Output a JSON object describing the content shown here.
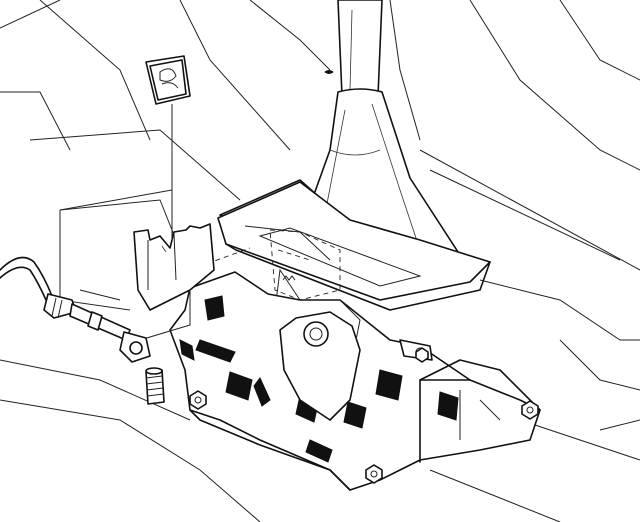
{
  "diagram": {
    "parts": [
      {
        "id": "shift-lever",
        "icon": "shift-lever-icon"
      },
      {
        "id": "shift-boot",
        "icon": "boot-icon"
      },
      {
        "id": "indicator-panel",
        "icon": "panel-icon"
      },
      {
        "id": "shift-bracket",
        "icon": "bracket-icon"
      },
      {
        "id": "retaining-clip",
        "icon": "clip-icon"
      },
      {
        "id": "shift-cable",
        "icon": "cable-icon"
      },
      {
        "id": "spring",
        "icon": "spring-icon"
      },
      {
        "id": "mounting-bolts",
        "icon": "bolt-icon"
      }
    ],
    "colors": {
      "line": "#111111",
      "background": "#ffffff"
    }
  }
}
